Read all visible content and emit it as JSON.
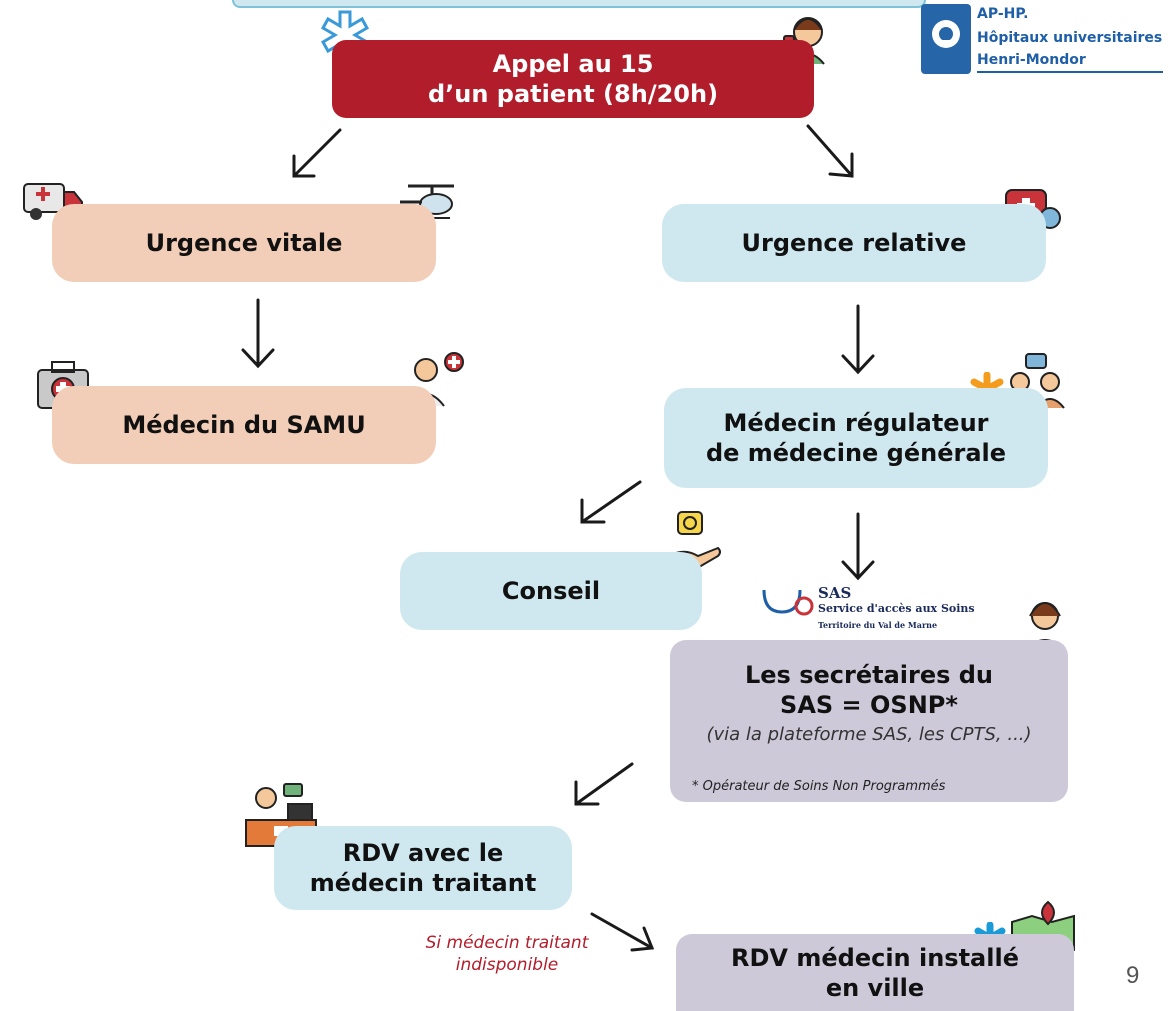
{
  "header": {
    "call_box": "Appel au 15",
    "call_box_line2": "d’un patient (8h/20h)"
  },
  "logo": {
    "line1": "AP-HP.",
    "line2": "Hôpitaux universitaires",
    "line3": "Henri-Mondor"
  },
  "nodes": {
    "urgence_vitale": "Urgence vitale",
    "medecin_samu": "Médecin du SAMU",
    "urgence_relative": "Urgence relative",
    "regulateur_line1": "Médecin régulateur",
    "regulateur_line2": "de médecine générale",
    "conseil": "Conseil",
    "secretaires_line1": "Les secrétaires du",
    "secretaires_line2": "SAS = OSNP*",
    "secretaires_line3": "(via la plateforme SAS, les CPTS, ...)",
    "secretaires_note": "* Opérateur de Soins Non Programmés",
    "rdv_traitant_line1": "RDV avec le",
    "rdv_traitant_line2": "médecin traitant",
    "rdv_ville_line1": "RDV médecin installé",
    "rdv_ville_line2": "en ville"
  },
  "sas_logo": {
    "title": "SAS",
    "subtitle": "Service d'accès aux Soins",
    "territory": "Territoire du Val de Marne"
  },
  "annotation": {
    "line1": "Si médecin traitant",
    "line2": "indisponible"
  },
  "page_number": "9",
  "colors": {
    "red": "#b21d2b",
    "peach": "#f2cdb8",
    "light_blue": "#cfe8f0",
    "grey_violet": "#cdc9d8",
    "orange_star": "#f39c1d",
    "blue_star": "#1a9bd7"
  }
}
